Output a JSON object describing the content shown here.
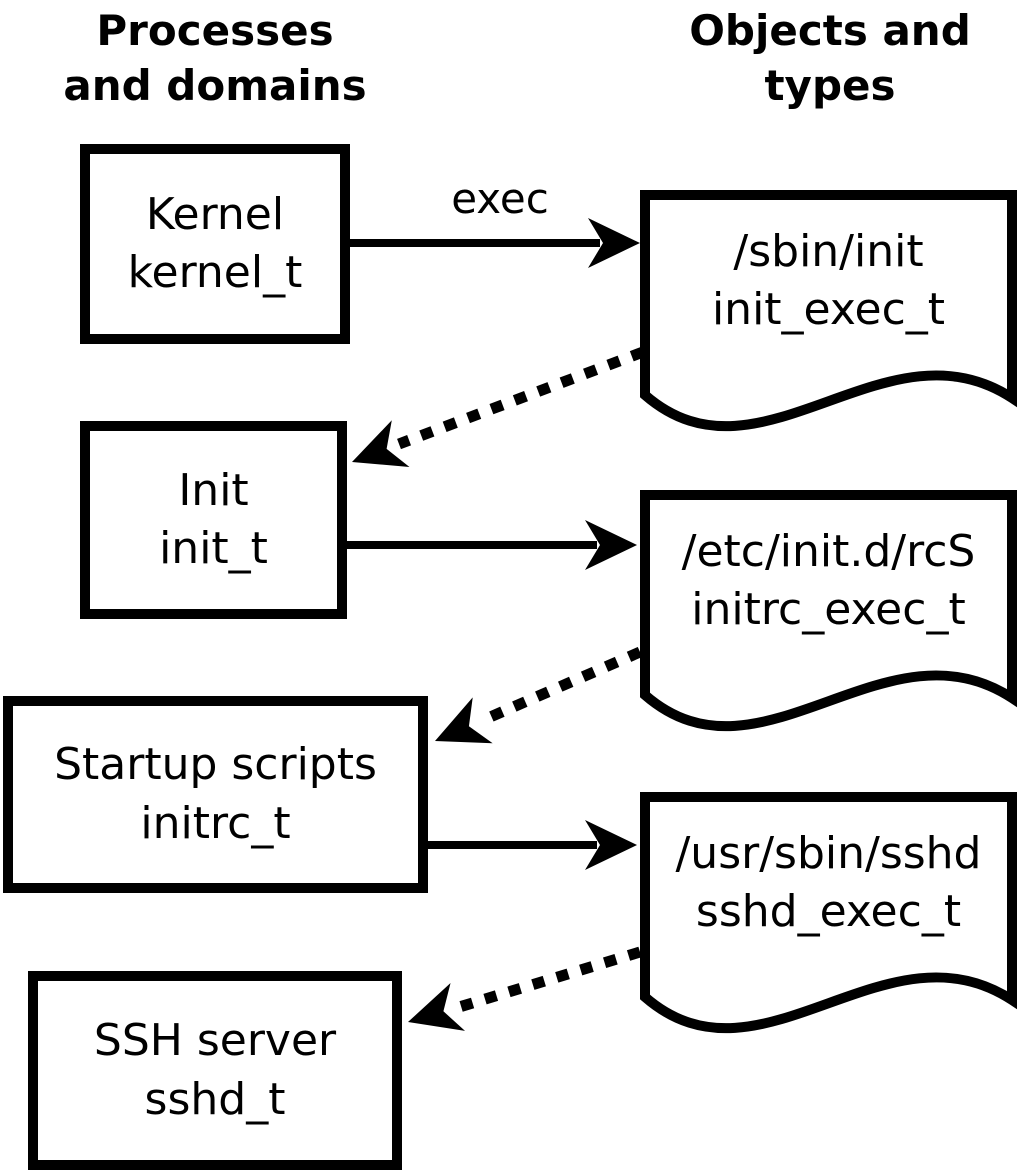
{
  "columns": {
    "left_header": "Processes\nand domains",
    "right_header": "Objects and\ntypes"
  },
  "processes": [
    {
      "label": "Kernel",
      "domain": "kernel_t"
    },
    {
      "label": "Init",
      "domain": "init_t"
    },
    {
      "label": "Startup scripts",
      "domain": "initrc_t"
    },
    {
      "label": "SSH server",
      "domain": "sshd_t"
    }
  ],
  "objects": [
    {
      "path": "/sbin/init",
      "type": "init_exec_t"
    },
    {
      "path": "/etc/init.d/rcS",
      "type": "initrc_exec_t"
    },
    {
      "path": "/usr/sbin/sshd",
      "type": "sshd_exec_t"
    }
  ],
  "edges": [
    {
      "from": "kernel_t",
      "to": "init_exec_t",
      "style": "solid",
      "label": "exec"
    },
    {
      "from": "init_exec_t",
      "to": "init_t",
      "style": "dotted",
      "label": ""
    },
    {
      "from": "init_t",
      "to": "initrc_exec_t",
      "style": "solid",
      "label": ""
    },
    {
      "from": "initrc_exec_t",
      "to": "initrc_t",
      "style": "dotted",
      "label": ""
    },
    {
      "from": "initrc_t",
      "to": "sshd_exec_t",
      "style": "solid",
      "label": ""
    },
    {
      "from": "sshd_exec_t",
      "to": "sshd_t",
      "style": "dotted",
      "label": ""
    }
  ],
  "colors": {
    "foreground": "#000000",
    "background": "#ffffff"
  }
}
